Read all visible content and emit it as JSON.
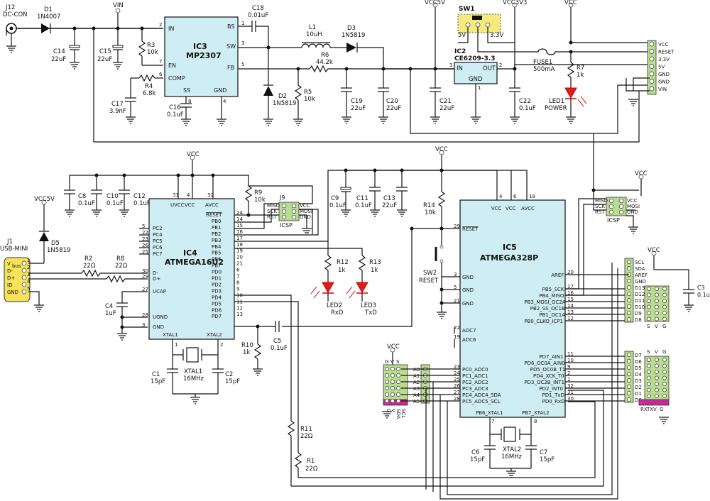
{
  "power": {
    "j12": {
      "ref": "J12",
      "name": "DC-CON"
    },
    "d1": {
      "ref": "D1",
      "part": "1N4007"
    },
    "vin": "VIN",
    "c14": {
      "ref": "C14",
      "val": "22uF"
    },
    "c15": {
      "ref": "C15",
      "val": "22uF"
    },
    "r3": {
      "ref": "R3",
      "val": "10k"
    },
    "r4": {
      "ref": "R4",
      "val": "6.8k"
    },
    "c17": {
      "ref": "C17",
      "val": "3.9nF"
    },
    "c16": {
      "ref": "C16",
      "val": "0.1uF"
    },
    "ic3": {
      "ref": "IC3",
      "part": "MP2307",
      "pins": {
        "in": "IN",
        "en": "EN",
        "comp": "COMP",
        "ss": "SS",
        "gnd": "GND",
        "bs": "BS",
        "sw": "SW",
        "fb": "FB"
      },
      "nums": {
        "in": "2",
        "en": "7",
        "comp": "6",
        "ss": "8",
        "gnd": "4",
        "bs": "1",
        "sw": "3",
        "fb": "5"
      }
    },
    "c18": {
      "ref": "C18",
      "val": "0.01uF"
    },
    "l1": {
      "ref": "L1",
      "val": "10uH"
    },
    "d3": {
      "ref": "D3",
      "part": "1N5819"
    },
    "r6": {
      "ref": "R6",
      "val": "44.2k"
    },
    "d2": {
      "ref": "D2",
      "part": "1N5819"
    },
    "r5": {
      "ref": "R5",
      "val": "10k"
    },
    "c19": {
      "ref": "C19",
      "val": "22uF"
    },
    "c20": {
      "ref": "C20",
      "val": "22uF"
    },
    "vcc5v": "VCC5V",
    "sw1": {
      "ref": "SW1",
      "a": "5V",
      "b": "3.3V"
    },
    "vcc3v3": "VCC3V3",
    "vcc": "VCC",
    "ic2": {
      "ref": "IC2",
      "part": "CE6209-3.3",
      "in": "IN",
      "out": "OUT",
      "gnd": "GND",
      "n3": "3",
      "n2": "2",
      "n1": "1"
    },
    "c21": {
      "ref": "C21",
      "val": "22uF"
    },
    "c22": {
      "ref": "C22",
      "val": "0.1uF"
    },
    "fuse1": {
      "ref": "FUSE1",
      "val": "500mA"
    },
    "r7": {
      "ref": "R7",
      "val": "1k"
    },
    "led1": {
      "ref": "LED1",
      "name": "POWER"
    },
    "pwr_header": [
      "VCC",
      "RESET",
      "3.3V",
      "5V",
      "GND",
      "GND",
      "VIN"
    ]
  },
  "usb": {
    "j1": {
      "ref": "J1",
      "name": "USB-MINI"
    },
    "pins": [
      "V",
      "D-",
      "D+",
      "ID",
      "GND"
    ],
    "vbus_sub": "bus",
    "nums": [
      "1",
      "2",
      "3",
      "4",
      "5"
    ],
    "vcc5v": "VCC5V",
    "d5": {
      "ref": "D5",
      "part": "1N5819"
    },
    "r2": {
      "ref": "R2",
      "val": "22Ω"
    },
    "r8": {
      "ref": "R8",
      "val": "22Ω"
    },
    "c4": {
      "ref": "C4",
      "val": "1uF"
    }
  },
  "ic4": {
    "ref": "IC4",
    "part": "ATMEGA16U2",
    "top_pins": [
      "UVCC",
      "VCC",
      "AVCC"
    ],
    "top_nums": [
      "31",
      "4",
      "32"
    ],
    "left": [
      "PC2",
      "PC4",
      "PC5",
      "PC6",
      "PC7",
      "D-",
      "D+",
      "UCAP",
      "UGND",
      "GND"
    ],
    "left_nums": [
      "5",
      "22",
      "23",
      "26",
      "25",
      "30",
      "29",
      "27",
      "28",
      "3"
    ],
    "right": [
      "RESET",
      "PB0",
      "PB1",
      "PB2",
      "PB3",
      "PB4",
      "PB5",
      "PB6",
      "PB7",
      "PD0",
      "PD1",
      "PD2",
      "PD3",
      "PD4",
      "PD5",
      "PD6",
      "PD7"
    ],
    "right_nums": [
      "24",
      "14",
      "15",
      "16",
      "17",
      "18",
      "19",
      "20",
      "21",
      "6",
      "7",
      "8",
      "9",
      "10",
      "11",
      "12",
      "13"
    ],
    "bottom": [
      "XTAL1",
      "XTAL2"
    ],
    "bottom_nums": [
      "1",
      "2"
    ],
    "vcc": "VCC",
    "c8": {
      "ref": "C8",
      "val": "0.1uF"
    },
    "c10": {
      "ref": "C10",
      "val": "0.1uF"
    },
    "c12": {
      "ref": "C12",
      "val": "0.1uF"
    },
    "r9": {
      "ref": "R9",
      "val": "10k"
    },
    "j9": {
      "ref": "J9",
      "labels": [
        "MISO",
        "SCK",
        "RST",
        "VCC",
        "MOSI",
        "GND"
      ],
      "name": "ICSP"
    },
    "c1": {
      "ref": "C1",
      "val": "15pF"
    },
    "xtal1": {
      "ref": "XTAL1",
      "val": "16MHz"
    },
    "c2": {
      "ref": "C2",
      "val": "15pF"
    },
    "r10": {
      "ref": "R10",
      "val": "1k"
    },
    "c5": {
      "ref": "C5",
      "val": "0.1uF"
    },
    "r11": {
      "ref": "R11",
      "val": "22Ω"
    },
    "r1": {
      "ref": "R1",
      "val": "22Ω"
    }
  },
  "mid": {
    "c9": {
      "ref": "C9",
      "val": "0.1uF"
    },
    "c11": {
      "ref": "C11",
      "val": "0.1uF"
    },
    "c13": {
      "ref": "C13",
      "val": "22uF"
    },
    "vcc": "VCC",
    "r14": {
      "ref": "R14",
      "val": "10k"
    },
    "r12": {
      "ref": "R12",
      "val": "1k"
    },
    "r13": {
      "ref": "R13",
      "val": "1k"
    },
    "led2": {
      "ref": "LED2",
      "name": "RxD"
    },
    "led3": {
      "ref": "LED3",
      "name": "TxD"
    },
    "sw2": {
      "ref": "SW2",
      "name": "RESET"
    }
  },
  "ic5": {
    "ref": "IC5",
    "part": "ATMEGA328P",
    "top_pins": [
      "VCC",
      "VCC",
      "AVCC"
    ],
    "top_nums": [
      "4",
      "6",
      "18"
    ],
    "left": [
      "RESET",
      "GND",
      "GND",
      "GND",
      "ADC7",
      "ADC6",
      "PC0_ADC0",
      "PC1_ADC1",
      "PC2_ADC2",
      "PC3_ADC3",
      "PC4_ADC4_SDA",
      "PC5_ADC5_SCL"
    ],
    "left_nums": [
      "29",
      "3",
      "5",
      "21",
      "22",
      "19",
      "23",
      "24",
      "25",
      "26",
      "27",
      "28"
    ],
    "right": [
      "AREF",
      "PB5_SCK",
      "PB4_MISO",
      "PB3_MOSI_OC2A",
      "PB2_SS_OC1B",
      "PB1_OC1A",
      "PB0_CLKO_ICP1",
      "PD7_AIN1",
      "PD6_OC0A_AIN0",
      "PD5_OC0B_T1",
      "PD4_XCK_T0",
      "PD3_OC2B_INT1",
      "PD2_INT0",
      "PD1_TxD",
      "PD0_RxD"
    ],
    "right_nums": [
      "20",
      "17",
      "16",
      "15",
      "14",
      "13",
      "12",
      "11",
      "10",
      "9",
      "2",
      "1",
      "32",
      "31",
      "30"
    ],
    "bottom": [
      "PB6_XTAL1",
      "PB7_XTAL2"
    ],
    "bottom_nums": [
      "7",
      "8"
    ],
    "c6": {
      "ref": "C6",
      "val": "15pF"
    },
    "xtal2": {
      "ref": "XTAL2",
      "val": "16MHz"
    },
    "c7": {
      "ref": "C7",
      "val": "15pF"
    }
  },
  "right": {
    "vcc": "VCC",
    "icsp2": {
      "labels": [
        "MISO",
        "SCK",
        "RST",
        "VCC",
        "MOSI",
        "GND"
      ],
      "name": "ICSP"
    },
    "top_hdr": [
      "SCL",
      "SDA",
      "AREF",
      "GND",
      "D13",
      "D12",
      "D11",
      "D10",
      "D9",
      "D8"
    ],
    "c3": {
      "ref": "C3",
      "val": "0.1uF"
    },
    "svg_top": [
      "S",
      "V",
      "G"
    ],
    "svg_bot": [
      "S",
      "V",
      "G"
    ],
    "bot_hdr": [
      "D7",
      "D6",
      "D5",
      "D4",
      "D3",
      "D2",
      "D1",
      "D0"
    ],
    "rxtx": [
      "RX",
      "TX",
      "V",
      "G"
    ],
    "analog": [
      "A0",
      "A1",
      "A2",
      "A3",
      "A4",
      "A5"
    ],
    "analog_top": [
      "G",
      "V",
      "S"
    ],
    "analog_bot": [
      "G",
      "V",
      "SDA",
      "SCL"
    ]
  },
  "colors": {
    "chip": "#cfeef3",
    "header": "#b9dd8e",
    "header_pink": "#c8289b",
    "switch": "#f4ea7d",
    "usb": "#f7e25a",
    "led": "#e01b1b"
  }
}
